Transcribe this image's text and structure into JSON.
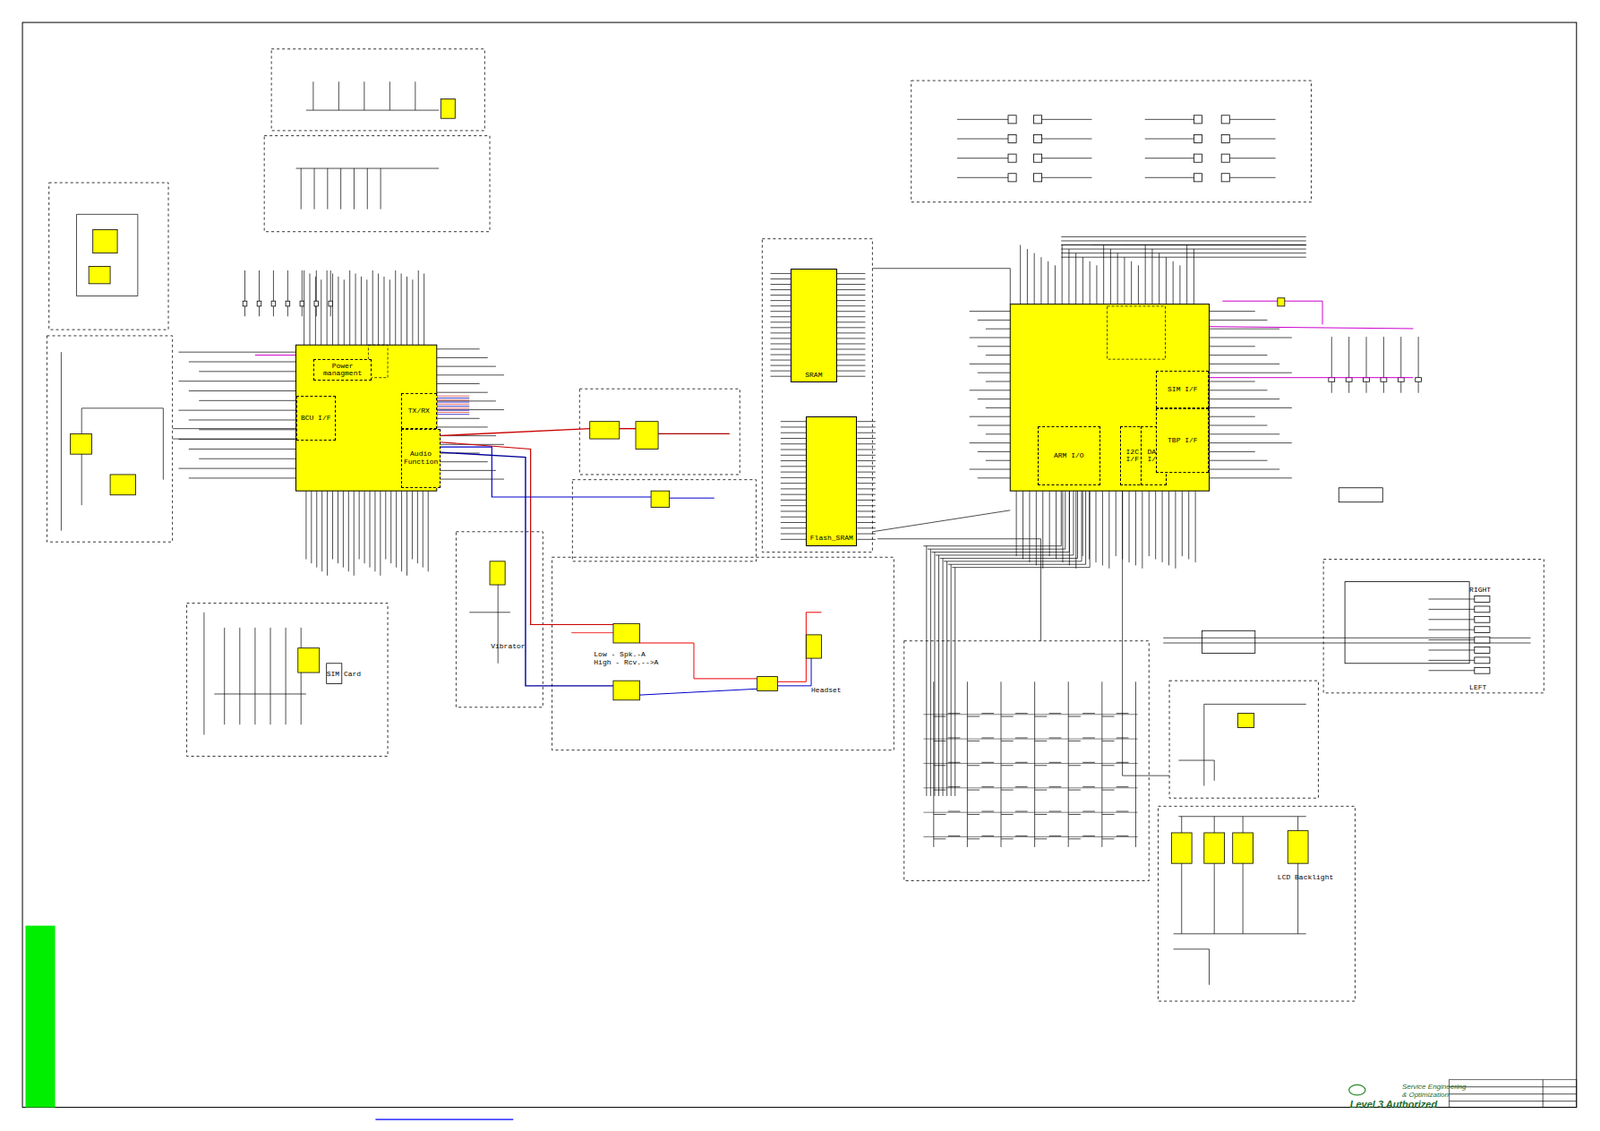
{
  "diagram": {
    "nodes": [
      {
        "text": [
          "Power managment"
        ]
      },
      {
        "text": [
          "BCU I/F"
        ]
      },
      {
        "text": [
          "TX/RX"
        ]
      },
      {
        "text": [
          "Audio Function"
        ]
      },
      {
        "text": [
          "ARM I/O"
        ]
      },
      {
        "text": [
          "I2C I/F"
        ]
      },
      {
        "text": [
          "DAI I/F"
        ]
      },
      {
        "text": [
          "SIM I/F"
        ]
      },
      {
        "text": [
          "TBP I/F"
        ]
      },
      {
        "text": [
          "SRAM"
        ]
      },
      {
        "text": [
          "Flash_SRAM"
        ]
      }
    ],
    "labels": [
      "Low - Spk.-A",
      "High - Rcv.-->A",
      "Vibrator",
      "Headset",
      "SIM Card",
      "LCD Backlight",
      "RIGHT",
      "LEFT",
      "Service Engineering",
      "& Optimization",
      "Level 3 Authorized"
    ]
  }
}
